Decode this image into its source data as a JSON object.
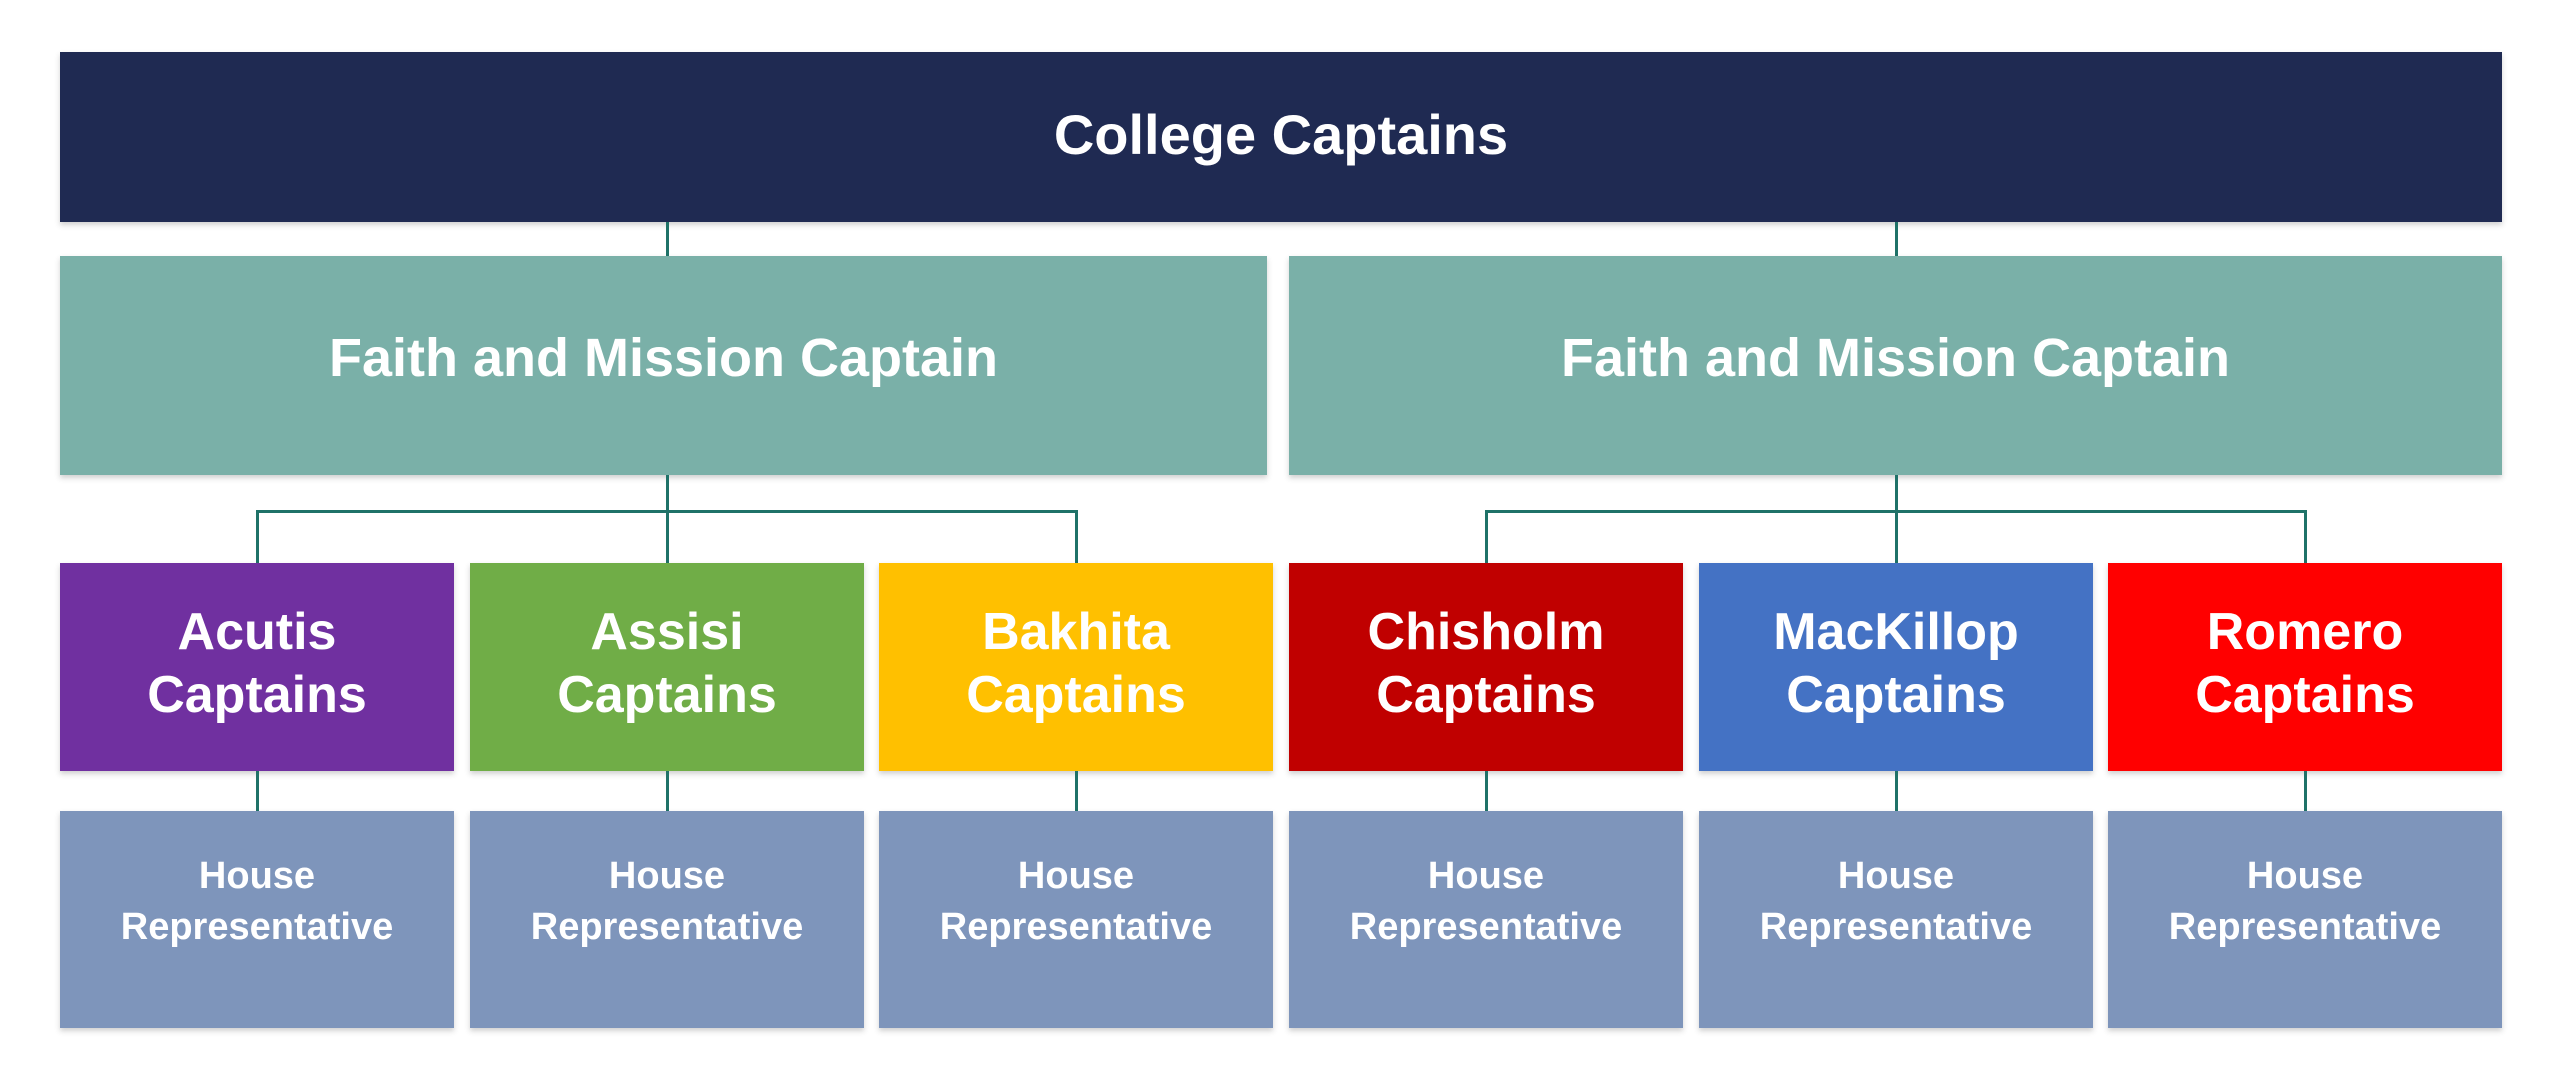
{
  "org": {
    "root": {
      "label": "College Captains",
      "color": "#1f2a52"
    },
    "branches": [
      {
        "label": "Faith and Mission Captain",
        "color": "#7ab0a8"
      },
      {
        "label": "Faith and Mission Captain",
        "color": "#7ab0a8"
      }
    ],
    "houses": [
      {
        "name": "Acutis\nCaptains",
        "color": "#7030a0",
        "rep": "House\nRepresentative"
      },
      {
        "name": "Assisi\nCaptains",
        "color": "#70ad47",
        "rep": "House\nRepresentative"
      },
      {
        "name": "Bakhita\nCaptains",
        "color": "#ffc000",
        "rep": "House\nRepresentative"
      },
      {
        "name": "Chisholm\nCaptains",
        "color": "#c00000",
        "rep": "House\nRepresentative"
      },
      {
        "name": "MacKillop\nCaptains",
        "color": "#4472c4",
        "rep": "House\nRepresentative"
      },
      {
        "name": "Romero\nCaptains",
        "color": "#ff0000",
        "rep": "House\nRepresentative"
      }
    ],
    "rep_color": "#7e95bb"
  },
  "connectors": {
    "color": "#1f7268"
  }
}
